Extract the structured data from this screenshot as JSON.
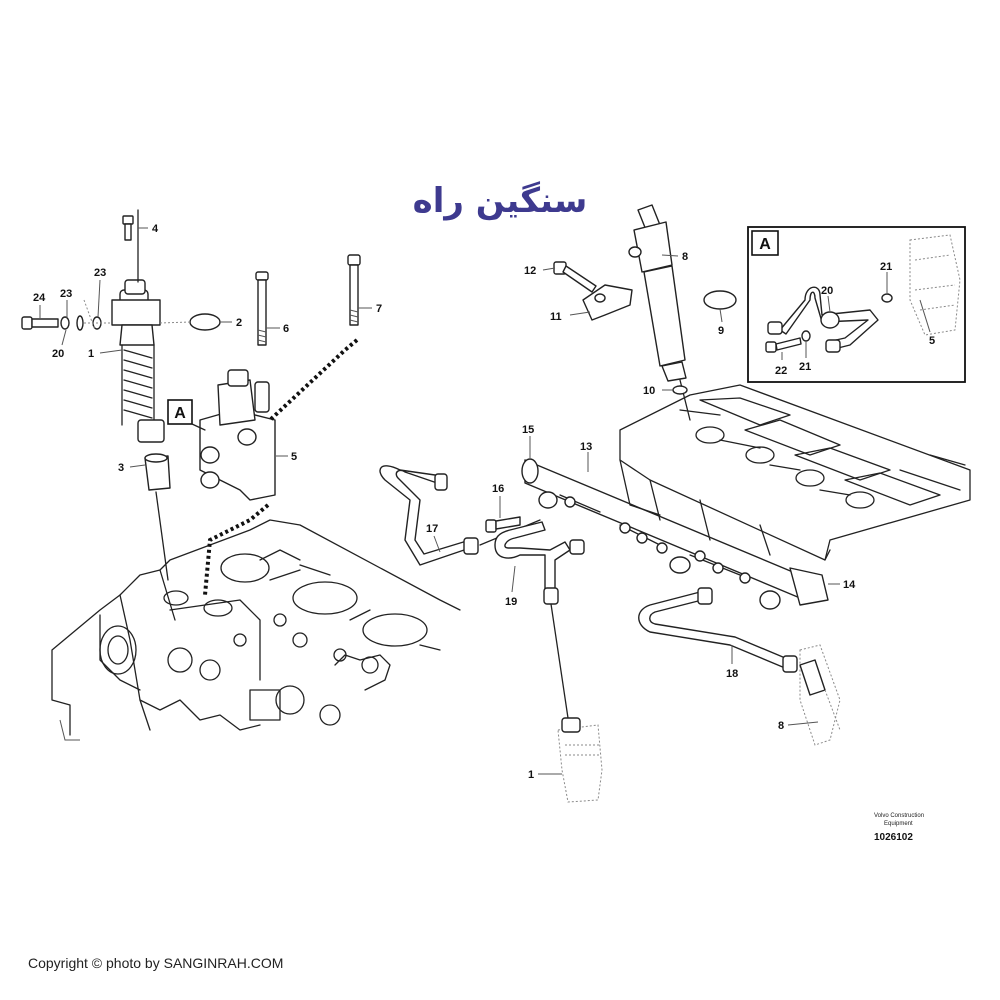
{
  "logo": {
    "text": "سنگین راه",
    "color": "#3e3a8f"
  },
  "callouts": [
    {
      "id": "c4",
      "label": "4"
    },
    {
      "id": "c24",
      "label": "24"
    },
    {
      "id": "c23a",
      "label": "23"
    },
    {
      "id": "c23b",
      "label": "23"
    },
    {
      "id": "c2",
      "label": "2"
    },
    {
      "id": "c6",
      "label": "6"
    },
    {
      "id": "c7",
      "label": "7"
    },
    {
      "id": "c20a",
      "label": "20"
    },
    {
      "id": "c1a",
      "label": "1"
    },
    {
      "id": "c5a",
      "label": "5"
    },
    {
      "id": "c3",
      "label": "3"
    },
    {
      "id": "c12",
      "label": "12"
    },
    {
      "id": "c8a",
      "label": "8"
    },
    {
      "id": "c11",
      "label": "11"
    },
    {
      "id": "c9",
      "label": "9"
    },
    {
      "id": "c10",
      "label": "10"
    },
    {
      "id": "c15",
      "label": "15"
    },
    {
      "id": "c13",
      "label": "13"
    },
    {
      "id": "c16",
      "label": "16"
    },
    {
      "id": "c17",
      "label": "17"
    },
    {
      "id": "c19",
      "label": "19"
    },
    {
      "id": "c14",
      "label": "14"
    },
    {
      "id": "c18",
      "label": "18"
    },
    {
      "id": "c8b",
      "label": "8"
    },
    {
      "id": "c1b",
      "label": "1"
    },
    {
      "id": "c21a",
      "label": "21"
    },
    {
      "id": "c20b",
      "label": "20"
    },
    {
      "id": "c5b",
      "label": "5"
    },
    {
      "id": "c22",
      "label": "22"
    },
    {
      "id": "c21b",
      "label": "21"
    }
  ],
  "view_markers": [
    {
      "id": "main",
      "label": "A"
    },
    {
      "id": "detail",
      "label": "A"
    }
  ],
  "footer_ref": {
    "line1": "Volvo Construction",
    "line2": "Equipment",
    "number": "1026102"
  },
  "copyright": "Copyright © photo by SANGINRAH.COM"
}
